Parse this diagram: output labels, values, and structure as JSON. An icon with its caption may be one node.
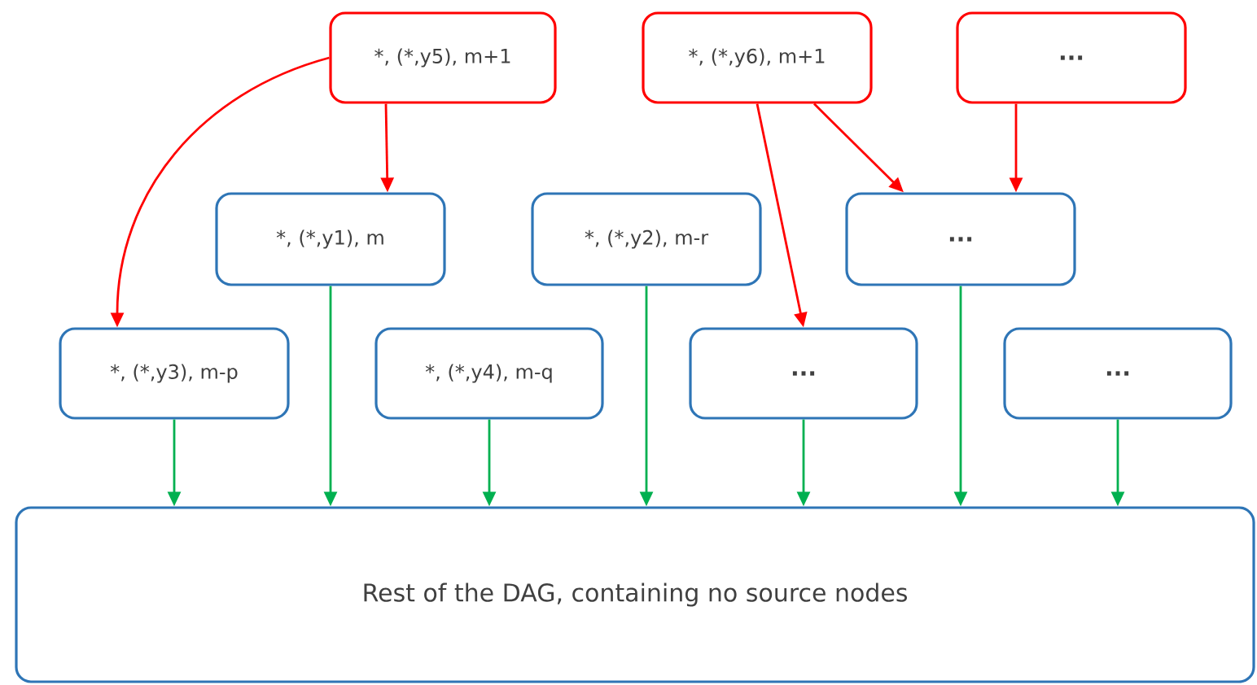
{
  "diagram": {
    "nodes": [
      {
        "text": [
          "*, (*,y5), m+1"
        ]
      },
      {
        "text": [
          "*, (*,y6), m+1"
        ]
      },
      {
        "text": [
          "..."
        ]
      },
      {
        "text": [
          "*, (*,y1), m"
        ]
      },
      {
        "text": [
          "*, (*,y2), m-r"
        ]
      },
      {
        "text": [
          "..."
        ]
      },
      {
        "text": [
          "*, (*,y3), m-p"
        ]
      },
      {
        "text": [
          "*, (*,y4), m-q"
        ]
      },
      {
        "text": [
          "..."
        ]
      },
      {
        "text": [
          "..."
        ]
      },
      {
        "text": [
          "Rest of the DAG, containing no source nodes"
        ]
      }
    ],
    "edges": [
      {
        "from": 0,
        "to": 6,
        "arrow": "to",
        "color": "#ff0000"
      },
      {
        "from": 0,
        "to": 3,
        "arrow": "to",
        "color": "#ff0000"
      },
      {
        "from": 1,
        "to": 8,
        "arrow": "to",
        "color": "#ff0000"
      },
      {
        "from": 1,
        "to": 5,
        "arrow": "to",
        "color": "#ff0000"
      },
      {
        "from": 2,
        "to": 5,
        "arrow": "to",
        "color": "#ff0000"
      },
      {
        "from": 6,
        "to": 10,
        "arrow": "to"
      },
      {
        "from": 3,
        "to": 10,
        "arrow": "to"
      },
      {
        "from": 7,
        "to": 10,
        "arrow": "to"
      },
      {
        "from": 4,
        "to": 10,
        "arrow": "to"
      },
      {
        "from": 8,
        "to": 10,
        "arrow": "to"
      },
      {
        "from": 5,
        "to": 10,
        "arrow": "to"
      },
      {
        "from": 9,
        "to": 10,
        "arrow": "to"
      }
    ]
  }
}
